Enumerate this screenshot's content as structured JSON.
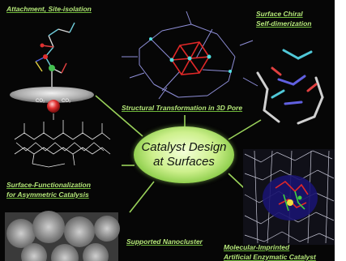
{
  "diagram": {
    "center": {
      "line1": "Catalyst Design",
      "line2": "at Surfaces"
    },
    "labels": {
      "attachment": "Attachment, Site-isolation",
      "chiral_1": "Surface Chiral",
      "chiral_2": "Self-dimerization",
      "transformation": "Structural Transformation in 3D Pore",
      "functionalization_1": "Surface-Functionalization",
      "functionalization_2": "for Asymmetric Catalysis",
      "nanocluster": "Supported Nanocluster",
      "imprinted_1": "Molecular-Imprinted",
      "imprinted_2": "Artificial Enzymatic Catalyst"
    },
    "chem_labels": {
      "co2_a": "CO₂",
      "co2_b": "CO₂"
    },
    "colors": {
      "background": "#060606",
      "label_green": "#b6e87a",
      "connector": "#9ad25a",
      "center_fill": "#cdf08c"
    }
  }
}
